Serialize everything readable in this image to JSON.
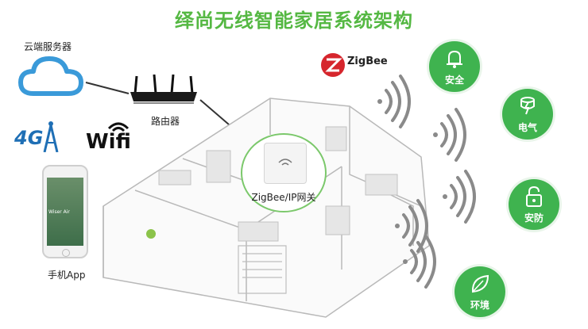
{
  "title": "绎尚无线智能家居系统架构",
  "labels": {
    "cloud": "云端服务器",
    "router": "路由器",
    "app": "手机App",
    "gateway": "ZigBee/IP网关",
    "zigbee": "ZigBee",
    "g4": "4G",
    "wifi": "Wifi",
    "app_screen": "Wiser Air"
  },
  "features": [
    {
      "label": "安全",
      "icon": "bell-icon"
    },
    {
      "label": "电气",
      "icon": "electric-icon"
    },
    {
      "label": "安防",
      "icon": "lock-icon"
    },
    {
      "label": "环境",
      "icon": "leaf-icon"
    }
  ],
  "colors": {
    "accent": "#3fb34f",
    "title": "#55b843",
    "cloud": "#3a9ad9"
  }
}
